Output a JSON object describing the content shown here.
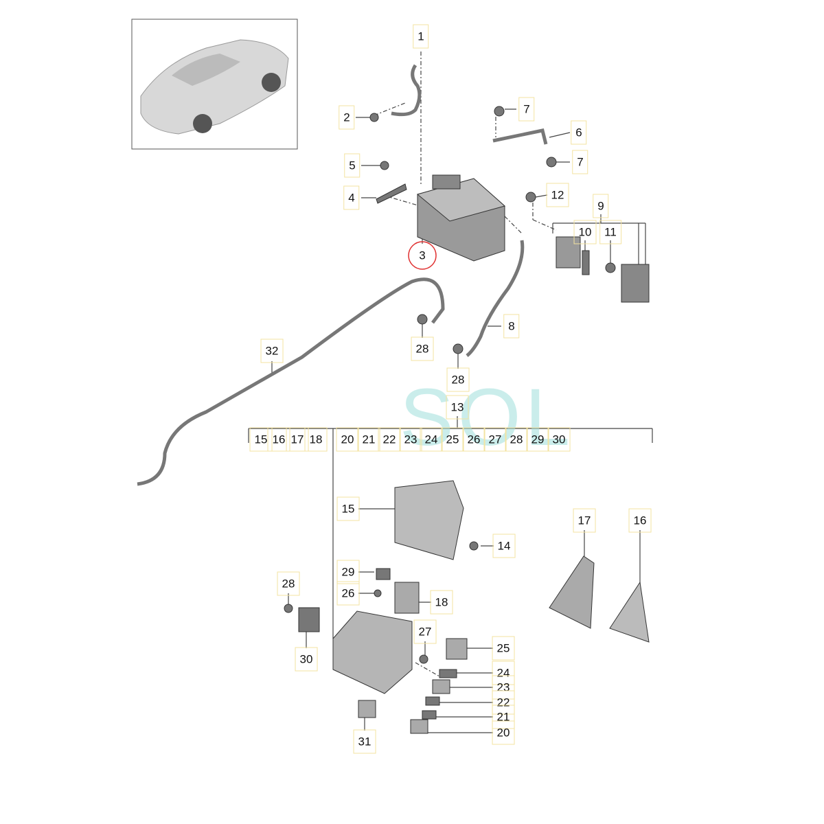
{
  "diagram": {
    "thumbnail_alt": "car-thumbnail",
    "highlighted_part": "3",
    "watermark": "SOL",
    "callouts": [
      "1",
      "2",
      "7",
      "6",
      "7",
      "5",
      "4",
      "12",
      "9",
      "10",
      "11",
      "3",
      "8",
      "28",
      "32",
      "28",
      "13",
      "15",
      "16",
      "17",
      "18",
      "20",
      "21",
      "22",
      "23",
      "24",
      "25",
      "26",
      "27",
      "28",
      "29",
      "30",
      "15",
      "14",
      "17",
      "16",
      "29",
      "26",
      "18",
      "28",
      "27",
      "30",
      "25",
      "24",
      "23",
      "22",
      "21",
      "20",
      "31"
    ],
    "colors": {
      "highlight": "#e03030",
      "callout_box": "#f3e3a0",
      "watermark": "#9fe0dc"
    }
  }
}
